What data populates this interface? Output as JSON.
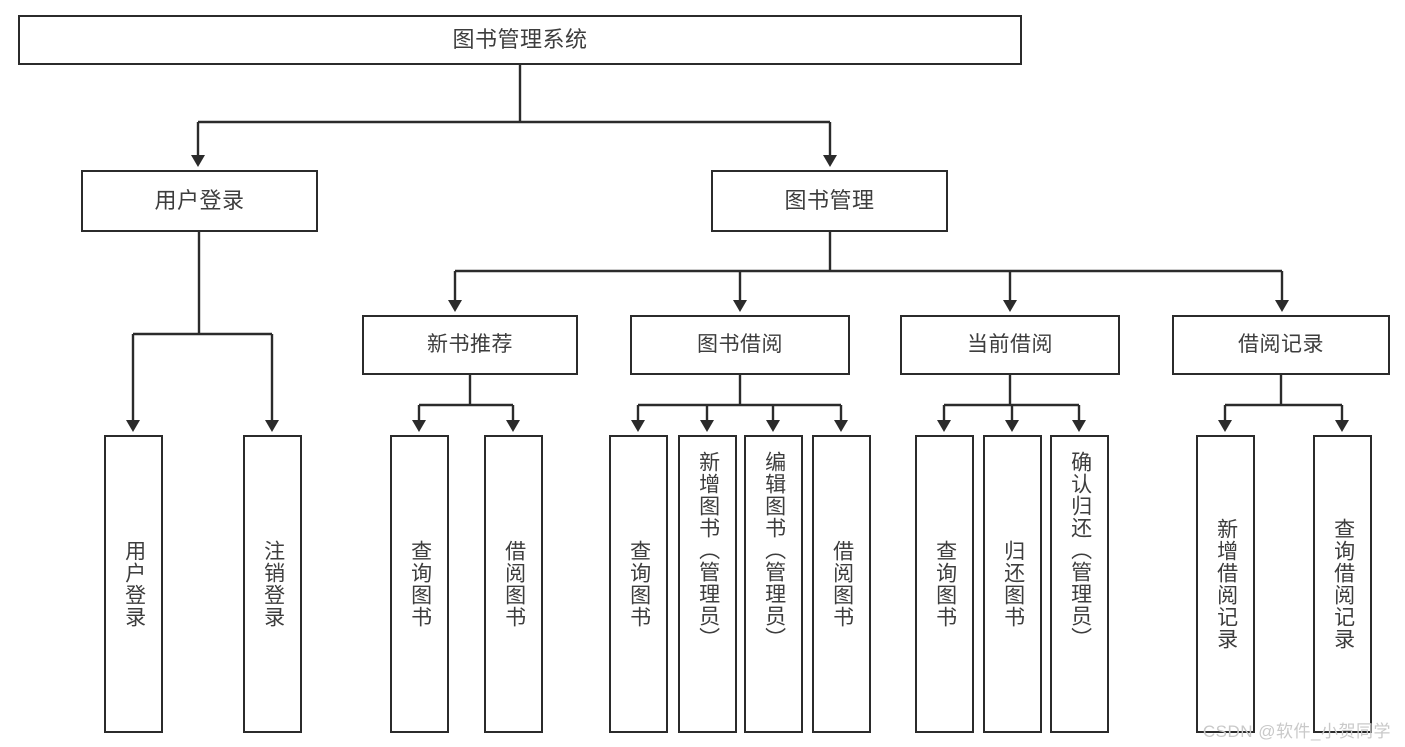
{
  "diagram": {
    "title": "图书管理系统",
    "type": "function-structure-tree",
    "stroke_color": "#2b2b2b",
    "text_color": "#3d3d3d",
    "background_color": "#ffffff",
    "watermark": "CSDN @软件_小贺同学"
  },
  "nodes": {
    "root": {
      "label": "图书管理系统"
    },
    "level2": [
      {
        "id": "user-login",
        "label": "用户登录"
      },
      {
        "id": "book-manage",
        "label": "图书管理"
      }
    ],
    "level3": [
      {
        "id": "new-book-recommend",
        "label": "新书推荐"
      },
      {
        "id": "book-borrow",
        "label": "图书借阅"
      },
      {
        "id": "current-borrow",
        "label": "当前借阅"
      },
      {
        "id": "borrow-record",
        "label": "借阅记录"
      }
    ],
    "leaves": [
      {
        "id": "leaf-user-login",
        "label": "用户登录",
        "parent": "user-login"
      },
      {
        "id": "leaf-user-logout",
        "label": "注销登录",
        "parent": "user-login"
      },
      {
        "id": "leaf-query-book-1",
        "label": "查询图书",
        "parent": "new-book-recommend"
      },
      {
        "id": "leaf-borrow-book-1",
        "label": "借阅图书",
        "parent": "new-book-recommend"
      },
      {
        "id": "leaf-query-book-2",
        "label": "查询图书",
        "parent": "book-borrow"
      },
      {
        "id": "leaf-add-book",
        "label": "新增图书（管理员）",
        "parent": "book-borrow"
      },
      {
        "id": "leaf-edit-book",
        "label": "编辑图书（管理员）",
        "parent": "book-borrow"
      },
      {
        "id": "leaf-borrow-book-2",
        "label": "借阅图书",
        "parent": "book-borrow"
      },
      {
        "id": "leaf-query-book-3",
        "label": "查询图书",
        "parent": "current-borrow"
      },
      {
        "id": "leaf-return-book",
        "label": "归还图书",
        "parent": "current-borrow"
      },
      {
        "id": "leaf-confirm-return",
        "label": "确认归还（管理员）",
        "parent": "current-borrow"
      },
      {
        "id": "leaf-add-record",
        "label": "新增借阅记录",
        "parent": "borrow-record"
      },
      {
        "id": "leaf-query-record",
        "label": "查询借阅记录",
        "parent": "borrow-record"
      }
    ]
  }
}
